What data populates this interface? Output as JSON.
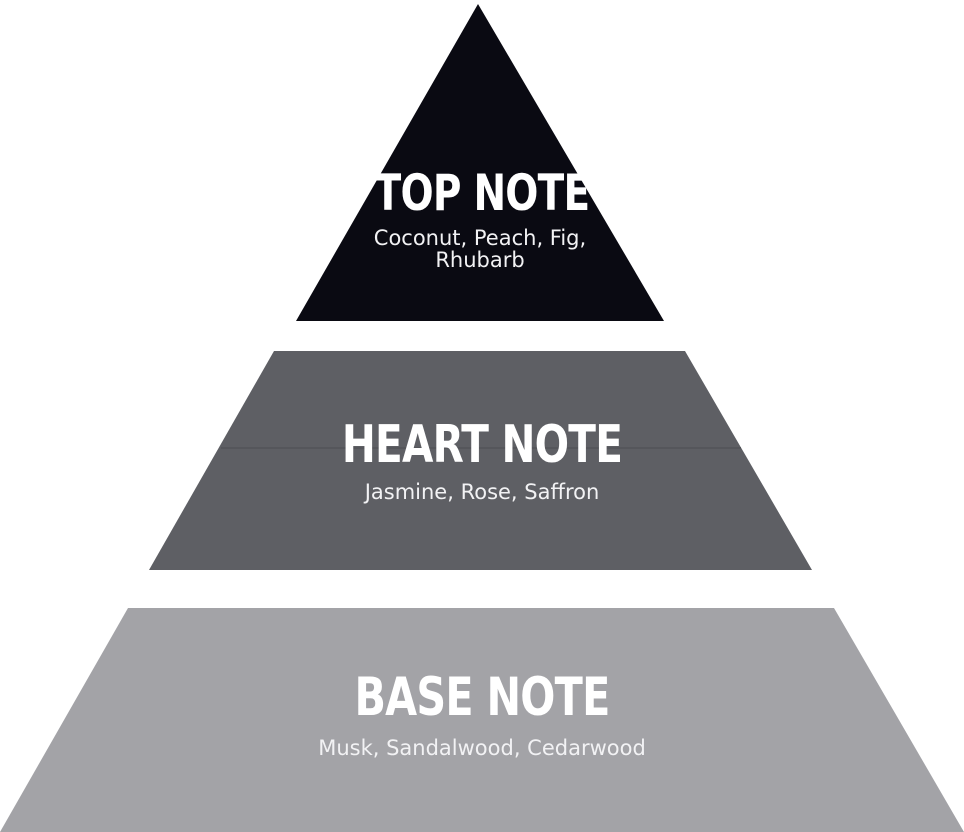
{
  "layers": {
    "top": {
      "title": "TOP NOTE",
      "notes": "Coconut, Peach, Fig, Rhubarb",
      "color": "#0a0a12"
    },
    "heart": {
      "title": "HEART NOTE",
      "notes": "Jasmine, Rose, Saffron",
      "color": "#5e5f64"
    },
    "base": {
      "title": "BASE NOTE",
      "notes": "Musk, Sandalwood, Cedarwood",
      "color": "#a3a3a7"
    }
  }
}
